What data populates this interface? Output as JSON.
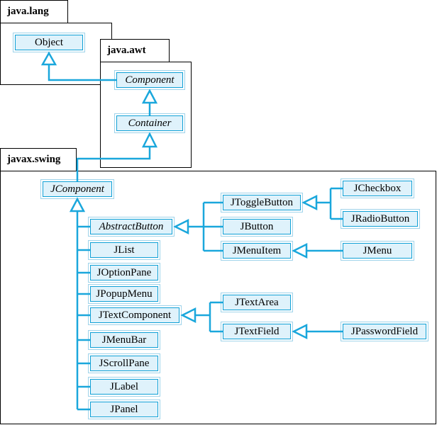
{
  "packages": {
    "lang": "java.lang",
    "awt": "java.awt",
    "swing": "javax.swing"
  },
  "classes": {
    "object": "Object",
    "component": "Component",
    "container": "Container",
    "jcomponent": "JComponent",
    "abstractbutton": "AbstractButton",
    "jlist": "JList",
    "joptionpane": "JOptionPane",
    "jpopupmenu": "JPopupMenu",
    "jtextcomponent": "JTextComponent",
    "jmenubar": "JMenuBar",
    "jscrollpane": "JScrollPane",
    "jlabel": "JLabel",
    "jpanel": "JPanel",
    "jtogglebutton": "JToggleButton",
    "jbutton": "JButton",
    "jmenuitem": "JMenuItem",
    "jcheckbox": "JCheckbox",
    "jradiobutton": "JRadioButton",
    "jmenu": "JMenu",
    "jtextarea": "JTextArea",
    "jtextfield": "JTextField",
    "jpasswordfield": "JPasswordField"
  },
  "colors": {
    "line": "#1aa7dc",
    "box_fill": "#dff2fb",
    "box_border": "#0fa0d6"
  }
}
